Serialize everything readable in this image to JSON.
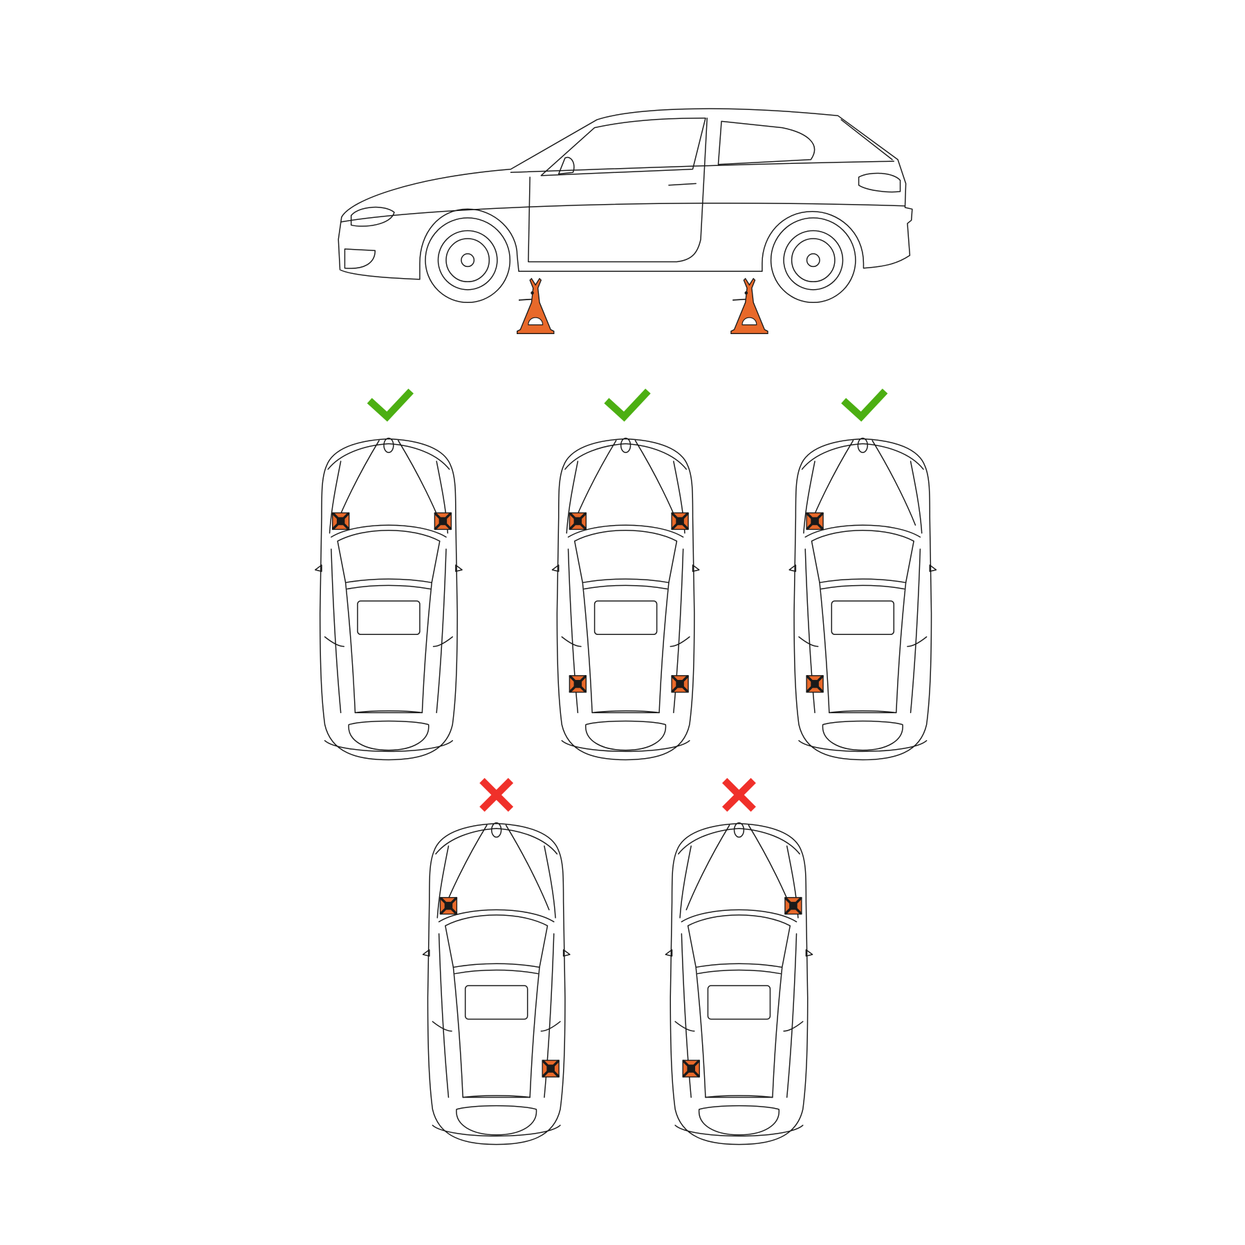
{
  "colors": {
    "jack_stand": "#e8692a",
    "outline": "#1a1a1a",
    "correct": "#4caf12",
    "incorrect": "#f0302a"
  },
  "side_view": {
    "jack_stands": 2
  },
  "configurations": [
    {
      "status": "correct",
      "icon": "checkmark-icon",
      "pads": [
        "front-left",
        "front-right"
      ]
    },
    {
      "status": "correct",
      "icon": "checkmark-icon",
      "pads": [
        "front-left",
        "front-right",
        "rear-left",
        "rear-right"
      ]
    },
    {
      "status": "correct",
      "icon": "checkmark-icon",
      "pads": [
        "front-left",
        "rear-left"
      ]
    },
    {
      "status": "incorrect",
      "icon": "cross-icon",
      "pads": [
        "front-left",
        "rear-right"
      ]
    },
    {
      "status": "incorrect",
      "icon": "cross-icon",
      "pads": [
        "front-right",
        "rear-left"
      ]
    }
  ]
}
